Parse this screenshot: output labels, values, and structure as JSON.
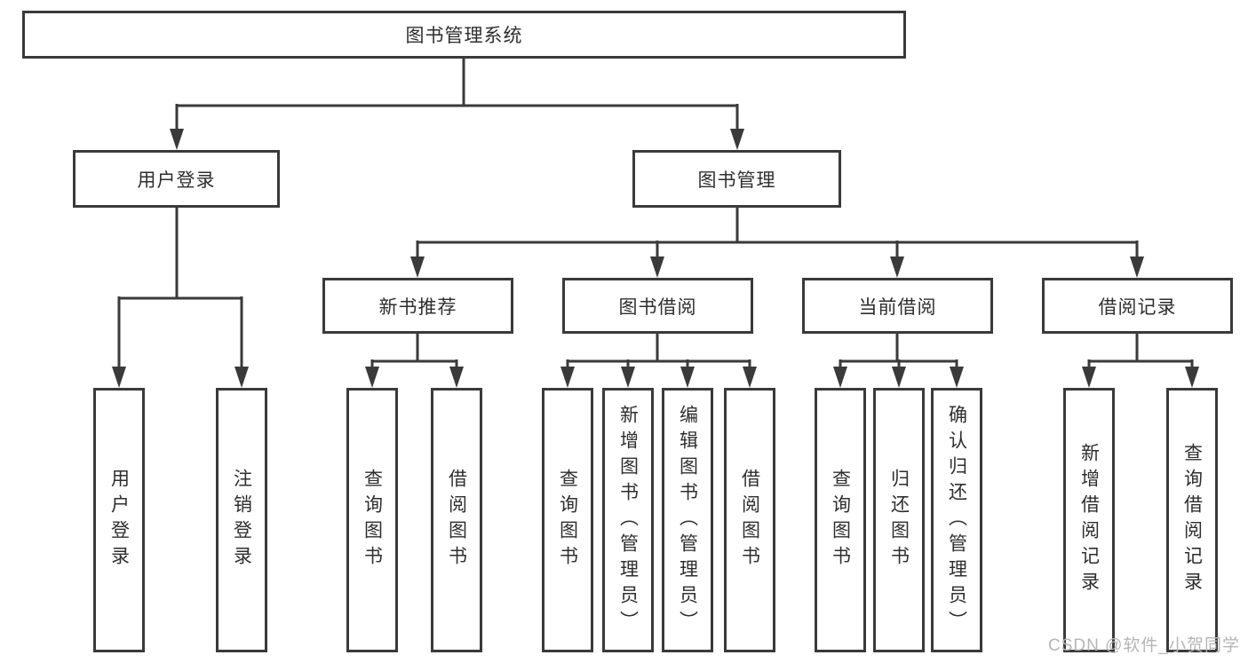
{
  "diagram": {
    "root": {
      "label": "图书管理系统"
    },
    "level2": [
      {
        "label": "用户登录"
      },
      {
        "label": "图书管理"
      }
    ],
    "level3": [
      {
        "label": "新书推荐"
      },
      {
        "label": "图书借阅"
      },
      {
        "label": "当前借阅"
      },
      {
        "label": "借阅记录"
      }
    ],
    "leaves": {
      "user_login": [
        "用户登录",
        "注销登录"
      ],
      "new_book": [
        "查询图书",
        "借阅图书"
      ],
      "book_borrow": [
        "查询图书",
        "新增图书（管理员）",
        "编辑图书（管理员）",
        "借阅图书"
      ],
      "current_borrow": [
        "查询图书",
        "归还图书",
        "确认归还（管理员）"
      ],
      "borrow_record": [
        "新增借阅记录",
        "查询借阅记录"
      ]
    },
    "colors": {
      "line": "#3a3a3a",
      "text": "#2e2e2e",
      "watermark_text": "#b5b5b5",
      "background": "#ffffff"
    }
  },
  "watermark": {
    "text": "CSDN @软件_小贺同学"
  }
}
